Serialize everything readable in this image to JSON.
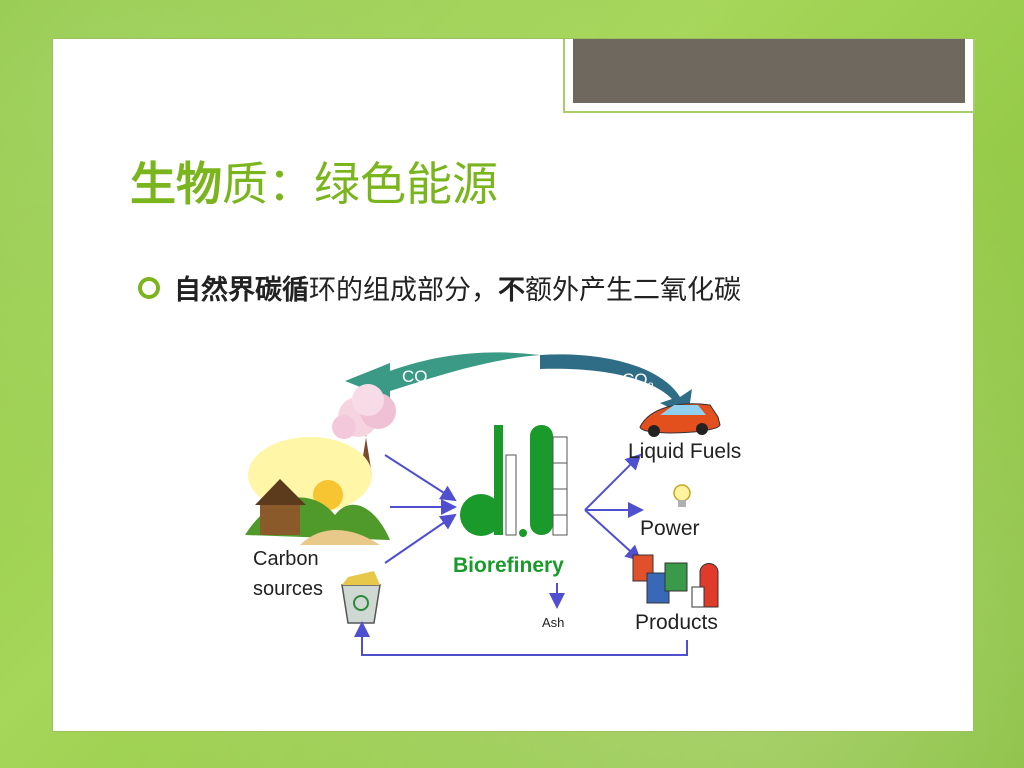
{
  "slide": {
    "title_bold": "生物",
    "title_rest": "质：绿色能源",
    "bullet": {
      "part1_bold": "自然界碳循",
      "part2": "环的组成部分，",
      "part3_bold": "不",
      "part4": "额外产生二氧化碳"
    }
  },
  "diagram": {
    "co2_left": "CO",
    "co2_right": "CO",
    "subscript": "2",
    "carbon_line1": "Carbon",
    "carbon_line2": "sources",
    "biorefinery": "Biorefinery",
    "ash": "Ash",
    "liquid_fuels": "Liquid Fuels",
    "power": "Power",
    "products": "Products"
  },
  "colors": {
    "accent_green": "#7ab51d",
    "arrow_blue": "#4f4fd0",
    "co2_arrow_left": "#3a9a86",
    "co2_arrow_right": "#2f6d86",
    "tower_green": "#1a9a2a"
  }
}
